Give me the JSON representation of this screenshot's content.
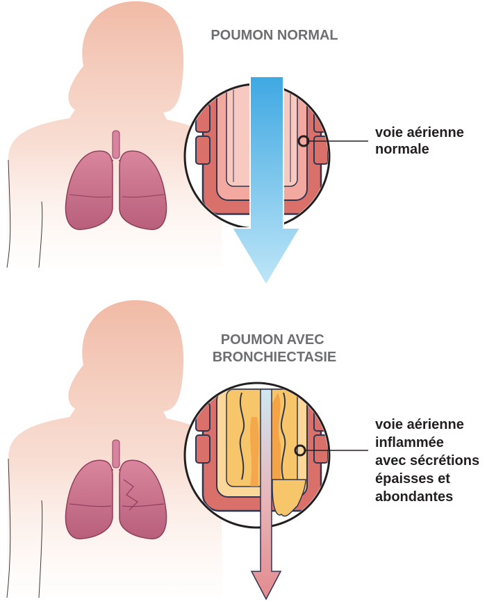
{
  "panels": {
    "normal": {
      "title_lines": [
        "POUMON NORMAL"
      ],
      "label_lines": [
        "voie aérienne",
        "normale"
      ]
    },
    "bronchiectasis": {
      "title_lines": [
        "POUMON AVEC",
        "BRONCHIECTASIE"
      ],
      "label_lines": [
        "voie aérienne",
        "inflammée",
        "avec sécrétions",
        "épaisses et",
        "abondantes"
      ]
    }
  },
  "colors": {
    "skin": "#eeae96",
    "lung": "#c8708a",
    "lung_outline": "#8e3d5a",
    "trachea": "#d884a0",
    "muscle": "#d9706a",
    "muscle_dark": "#9c3a3c",
    "outline": "#2e3550",
    "wall_pink": "#f4b8ae",
    "airflow_blue": "#5ab6e6",
    "mucus_yellow": "#f7c66a",
    "mucus_orange": "#f29a3e",
    "arrow_pink": "#e49194"
  }
}
